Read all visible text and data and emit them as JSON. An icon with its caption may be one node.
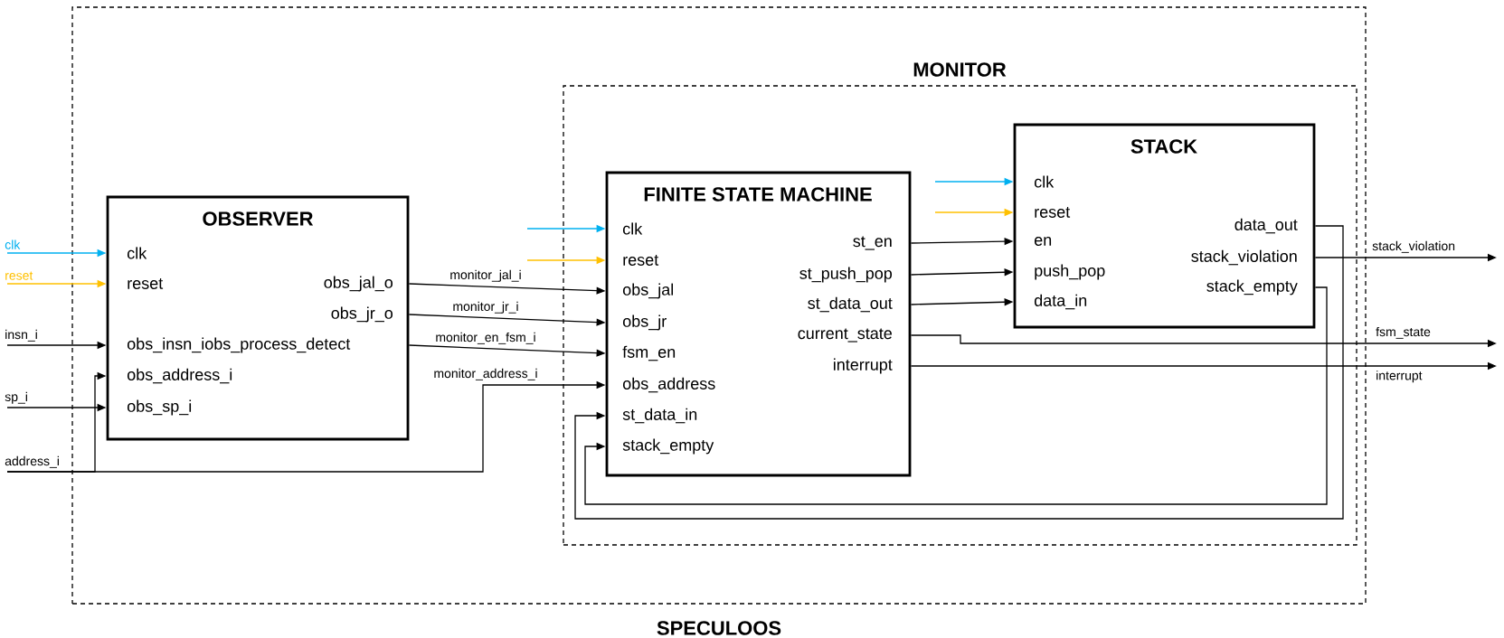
{
  "diagram": {
    "nodes": [
      {
        "text": [
          "SPECULOOS"
        ]
      },
      {
        "text": [
          "MONITOR"
        ],
        "in": 0
      },
      {
        "text": [
          "OBSERVER",
          "clk",
          "reset",
          "obs_jal_o",
          "obs_jr_o",
          "obs_insn_iobs_process_detect",
          "obs_address_i",
          "obs_sp_i"
        ],
        "in": 0
      },
      {
        "text": [
          "FINITE STATE MACHINE",
          "clk",
          "reset",
          "obs_jal",
          "obs_jr",
          "fsm_en",
          "obs_address",
          "st_data_in",
          "stack_empty",
          "st_en",
          "st_push_pop",
          "st_data_out",
          "current_state",
          "interrupt"
        ],
        "in": 1
      },
      {
        "text": [
          "STACK",
          "clk",
          "reset",
          "en",
          "push_pop",
          "data_in",
          "data_out",
          "stack_violation",
          "stack_empty"
        ],
        "in": 1
      }
    ],
    "edges": [
      {
        "from": null,
        "to": 2,
        "arrow": "to",
        "label": "clk",
        "color": "#00b0f0"
      },
      {
        "from": null,
        "to": 2,
        "arrow": "to",
        "label": "reset",
        "color": "#ffc000"
      },
      {
        "from": null,
        "to": 2,
        "arrow": "to",
        "label": "insn_i"
      },
      {
        "from": null,
        "to": 2,
        "arrow": "to",
        "label": "sp_i"
      },
      {
        "from": null,
        "to": 2,
        "arrow": "to",
        "label": "address_i"
      },
      {
        "from": null,
        "to": 3,
        "arrow": "to",
        "label": "monitor_address_i"
      },
      {
        "from": 2,
        "to": 3,
        "arrow": "to",
        "label": "monitor_jal_i"
      },
      {
        "from": 2,
        "to": 3,
        "arrow": "to",
        "label": "monitor_jr_i"
      },
      {
        "from": 2,
        "to": 3,
        "arrow": "to",
        "label": "monitor_en_fsm_i"
      },
      {
        "from": null,
        "to": 3,
        "arrow": "to",
        "color": "#00b0f0"
      },
      {
        "from": null,
        "to": 3,
        "arrow": "to",
        "color": "#ffc000"
      },
      {
        "from": null,
        "to": 4,
        "arrow": "to",
        "color": "#00b0f0"
      },
      {
        "from": null,
        "to": 4,
        "arrow": "to",
        "color": "#ffc000"
      },
      {
        "from": 3,
        "to": 4,
        "arrow": "to"
      },
      {
        "from": 3,
        "to": 4,
        "arrow": "to"
      },
      {
        "from": 3,
        "to": 4,
        "arrow": "to"
      },
      {
        "from": 3,
        "to": null,
        "arrow": "to",
        "label": "fsm_state"
      },
      {
        "from": 3,
        "to": null,
        "arrow": "to",
        "label": "interrupt"
      },
      {
        "from": 4,
        "to": null,
        "arrow": "to",
        "label": "stack_violation"
      },
      {
        "from": 4,
        "to": 3,
        "arrow": "to"
      },
      {
        "from": 4,
        "to": 3,
        "arrow": "to"
      }
    ]
  }
}
